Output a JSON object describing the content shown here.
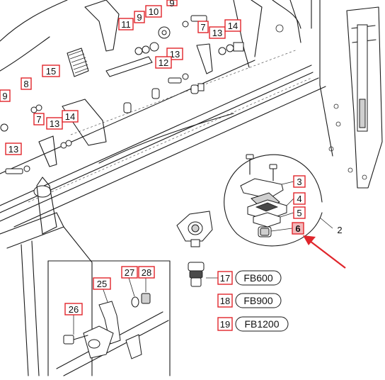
{
  "callouts": [
    {
      "id": "c11",
      "label": "11"
    },
    {
      "id": "c9a",
      "label": "9"
    },
    {
      "id": "c10",
      "label": "10"
    },
    {
      "id": "c9b",
      "label": "9"
    },
    {
      "id": "c7a",
      "label": "7"
    },
    {
      "id": "c13a",
      "label": "13"
    },
    {
      "id": "c14a",
      "label": "14"
    },
    {
      "id": "c13b",
      "label": "13"
    },
    {
      "id": "c12",
      "label": "12"
    },
    {
      "id": "c15",
      "label": "15"
    },
    {
      "id": "c8",
      "label": "8"
    },
    {
      "id": "c9c",
      "label": "9"
    },
    {
      "id": "c7b",
      "label": "7"
    },
    {
      "id": "c13c",
      "label": "13"
    },
    {
      "id": "c14b",
      "label": "14"
    },
    {
      "id": "c13d",
      "label": "13"
    },
    {
      "id": "c3",
      "label": "3"
    },
    {
      "id": "c4",
      "label": "4"
    },
    {
      "id": "c5",
      "label": "5"
    },
    {
      "id": "c6",
      "label": "6"
    },
    {
      "id": "c2",
      "label": "2"
    },
    {
      "id": "c25",
      "label": "25"
    },
    {
      "id": "c27",
      "label": "27"
    },
    {
      "id": "c28",
      "label": "28"
    },
    {
      "id": "c26",
      "label": "26"
    },
    {
      "id": "c17",
      "label": "17"
    },
    {
      "id": "c18",
      "label": "18"
    },
    {
      "id": "c19",
      "label": "19"
    }
  ],
  "models": [
    "FB600",
    "FB900",
    "FB1200"
  ],
  "highlight": "6",
  "colors": {
    "callout_border": "#e0252b",
    "highlight_fill": "#f2b8ba",
    "arrow": "#e0252b"
  }
}
